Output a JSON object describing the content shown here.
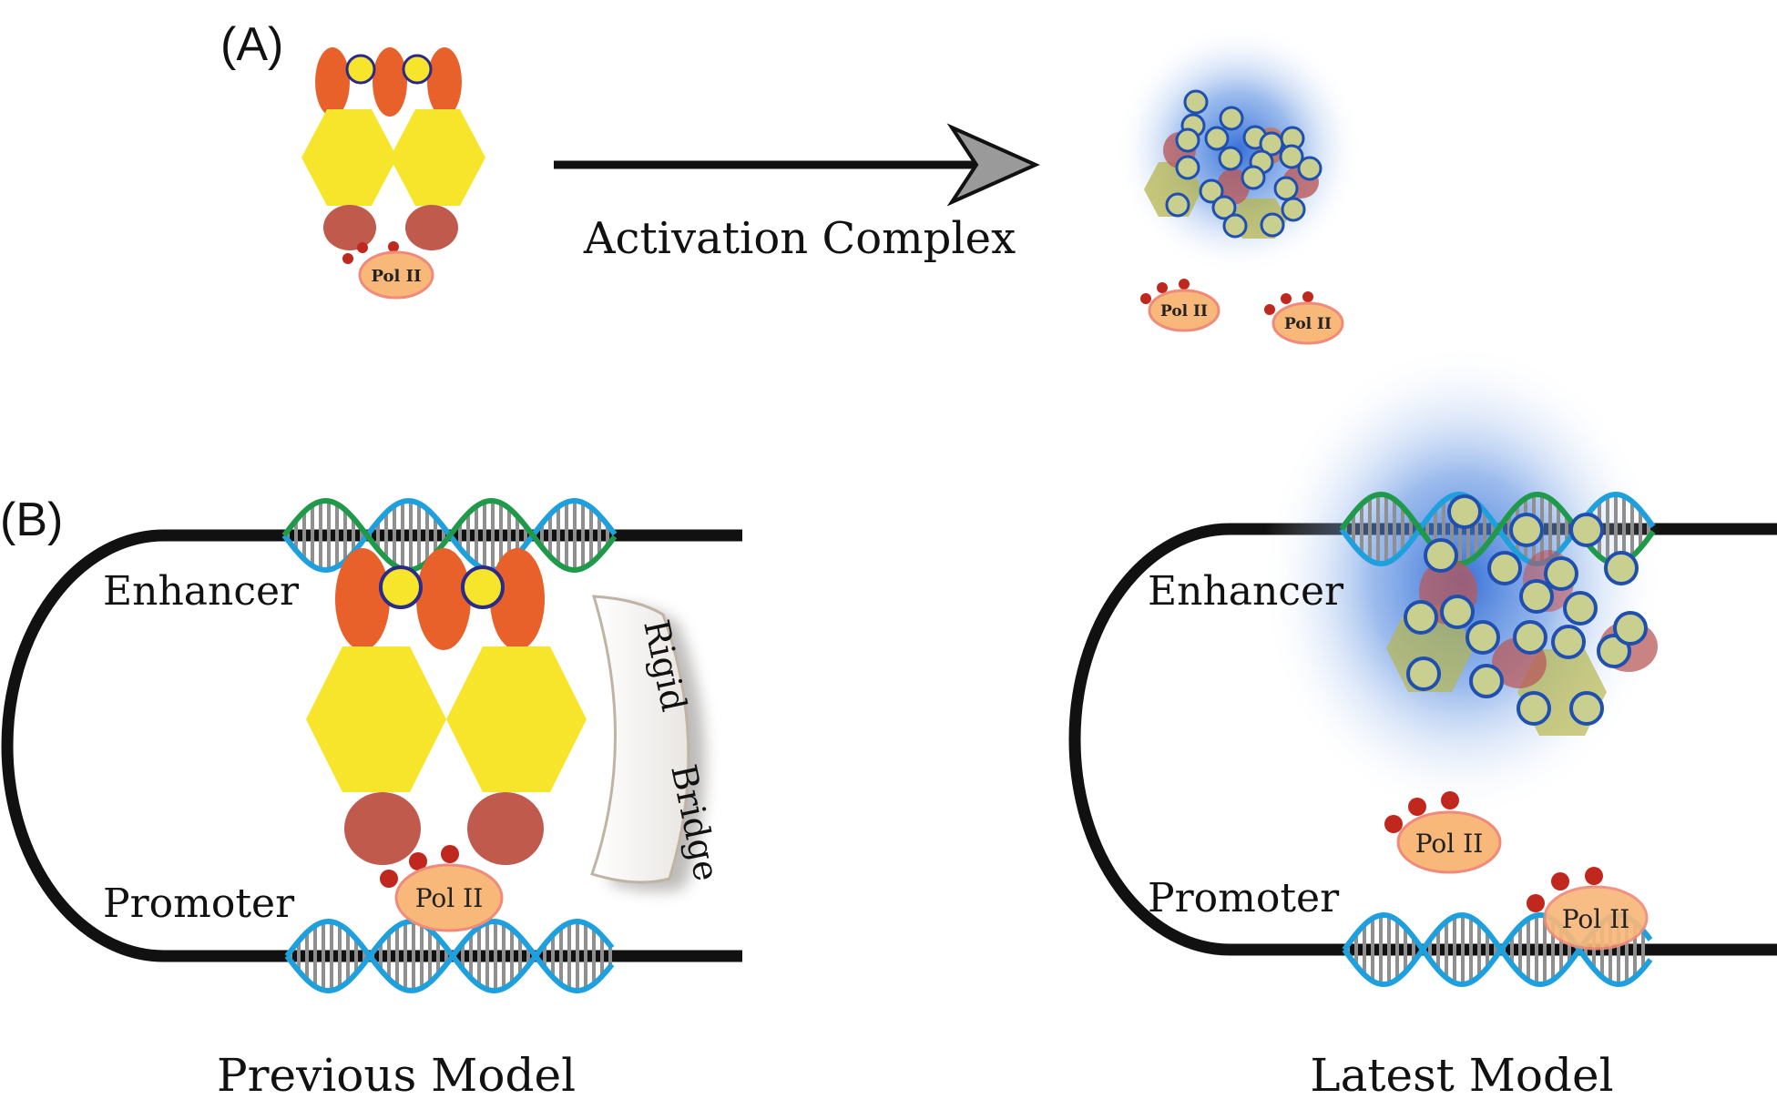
{
  "panels": {
    "a_label": "(A)",
    "b_label": "(B)"
  },
  "panel_a": {
    "arrow_label": "Activation Complex",
    "pol_label": "Pol II"
  },
  "panel_b": {
    "left": {
      "enhancer": "Enhancer",
      "promoter": "Promoter",
      "bridge_word_1": "Rigid",
      "bridge_word_2": "Bridge",
      "pol_label": "Pol II",
      "caption": "Previous Model"
    },
    "right": {
      "enhancer": "Enhancer",
      "promoter": "Promoter",
      "pol_label": "Pol II",
      "caption": "Latest Model"
    }
  },
  "colors": {
    "orange": "#e8602a",
    "yellow": "#f7e52c",
    "brown": "#c05a4c",
    "pol_fill": "#f7b87a",
    "dna_blue": "#1fa0de",
    "dna_green": "#1f9a4a",
    "condensate_blue": "#3a78d8",
    "circle_fill": "#c9cf8e",
    "circle_stroke": "#1f4fb0"
  }
}
